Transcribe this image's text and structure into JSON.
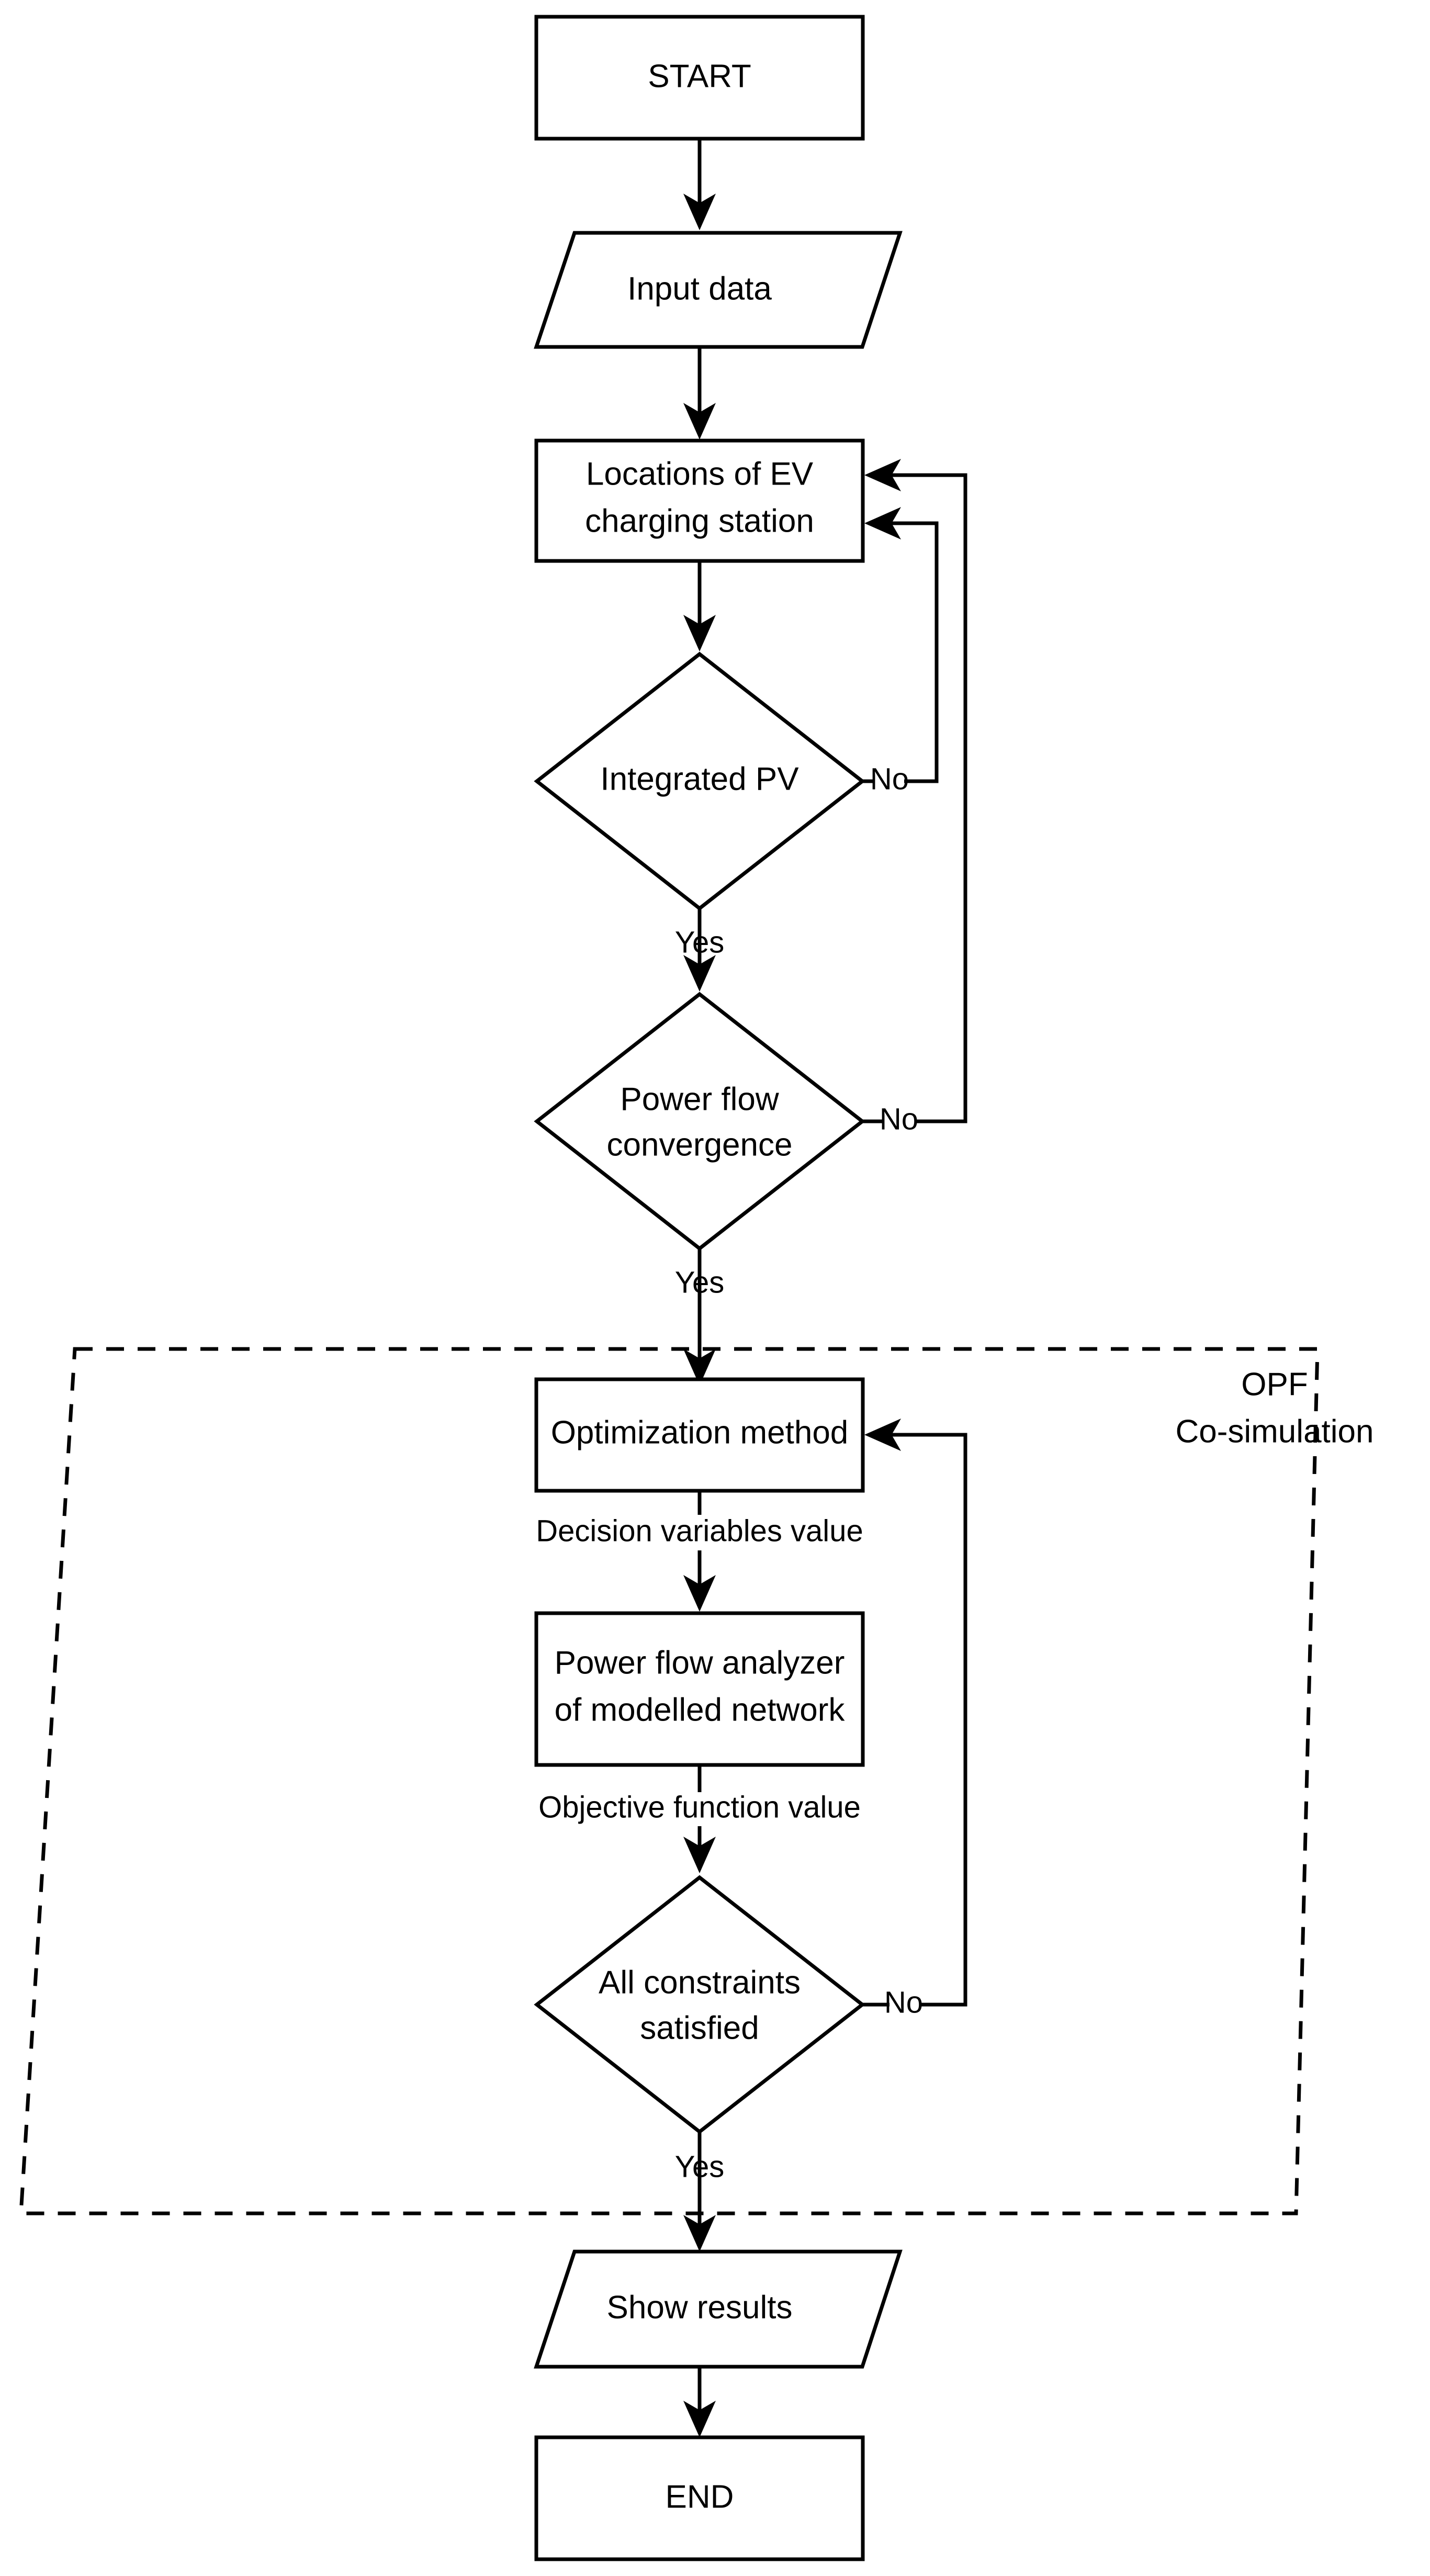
{
  "diagram": {
    "title": "EV charging station optimal power flow co-simulation flowchart",
    "background_color": "#ffffff",
    "line_color": "#000000"
  },
  "nodes": {
    "start": {
      "label": "START",
      "shape": "rectangle"
    },
    "input_data": {
      "label": "Input data",
      "shape": "parallelogram"
    },
    "locations": {
      "label_line1": "Locations of EV",
      "label_line2": "charging station",
      "shape": "rectangle"
    },
    "integrated_pv": {
      "label": "Integrated PV",
      "shape": "diamond"
    },
    "power_flow_convergence": {
      "label_line1": "Power flow",
      "label_line2": "convergence",
      "shape": "diamond"
    },
    "optimization_method": {
      "label": "Optimization method",
      "shape": "rectangle"
    },
    "power_flow_analyzer": {
      "label_line1": "Power flow analyzer",
      "label_line2": "of modelled network",
      "shape": "rectangle"
    },
    "all_constraints": {
      "label_line1": "All constraints",
      "label_line2": "satisfied",
      "shape": "diamond"
    },
    "show_results": {
      "label": "Show results",
      "shape": "parallelogram"
    },
    "end": {
      "label": "END",
      "shape": "rectangle"
    }
  },
  "edge_labels": {
    "integrated_pv_no": "No",
    "integrated_pv_yes": "Yes",
    "power_flow_no": "No",
    "power_flow_yes": "Yes",
    "decision_variables": "Decision variables value",
    "objective_function": "Objective function value",
    "all_constraints_no": "No",
    "all_constraints_yes": "Yes"
  },
  "group": {
    "label_line1": "OPF",
    "label_line2": "Co-simulation",
    "style": "dashed-trapezoid"
  }
}
